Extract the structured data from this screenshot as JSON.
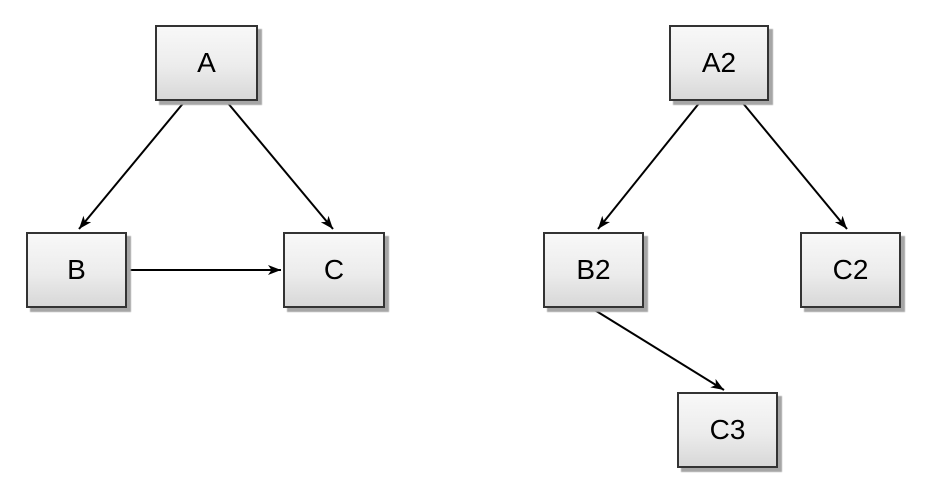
{
  "diagram": {
    "background_color": "#ffffff",
    "node_style": {
      "fill_top": "#f8f8f8",
      "fill_bottom": "#d8d8d8",
      "border_color": "#333333",
      "shadow_color": "#a6a6a6",
      "text_color": "#000000"
    },
    "edge_color": "#000000",
    "graphs": [
      {
        "name": "left-graph",
        "nodes": [
          {
            "id": "A",
            "label": "A"
          },
          {
            "id": "B",
            "label": "B"
          },
          {
            "id": "C",
            "label": "C"
          }
        ],
        "edges": [
          {
            "from": "A",
            "to": "B"
          },
          {
            "from": "A",
            "to": "C"
          },
          {
            "from": "B",
            "to": "C"
          }
        ]
      },
      {
        "name": "right-graph",
        "nodes": [
          {
            "id": "A2",
            "label": "A2"
          },
          {
            "id": "B2",
            "label": "B2"
          },
          {
            "id": "C2",
            "label": "C2"
          },
          {
            "id": "C3",
            "label": "C3"
          }
        ],
        "edges": [
          {
            "from": "A2",
            "to": "B2"
          },
          {
            "from": "A2",
            "to": "C2"
          },
          {
            "from": "B2",
            "to": "C3"
          }
        ]
      }
    ]
  }
}
